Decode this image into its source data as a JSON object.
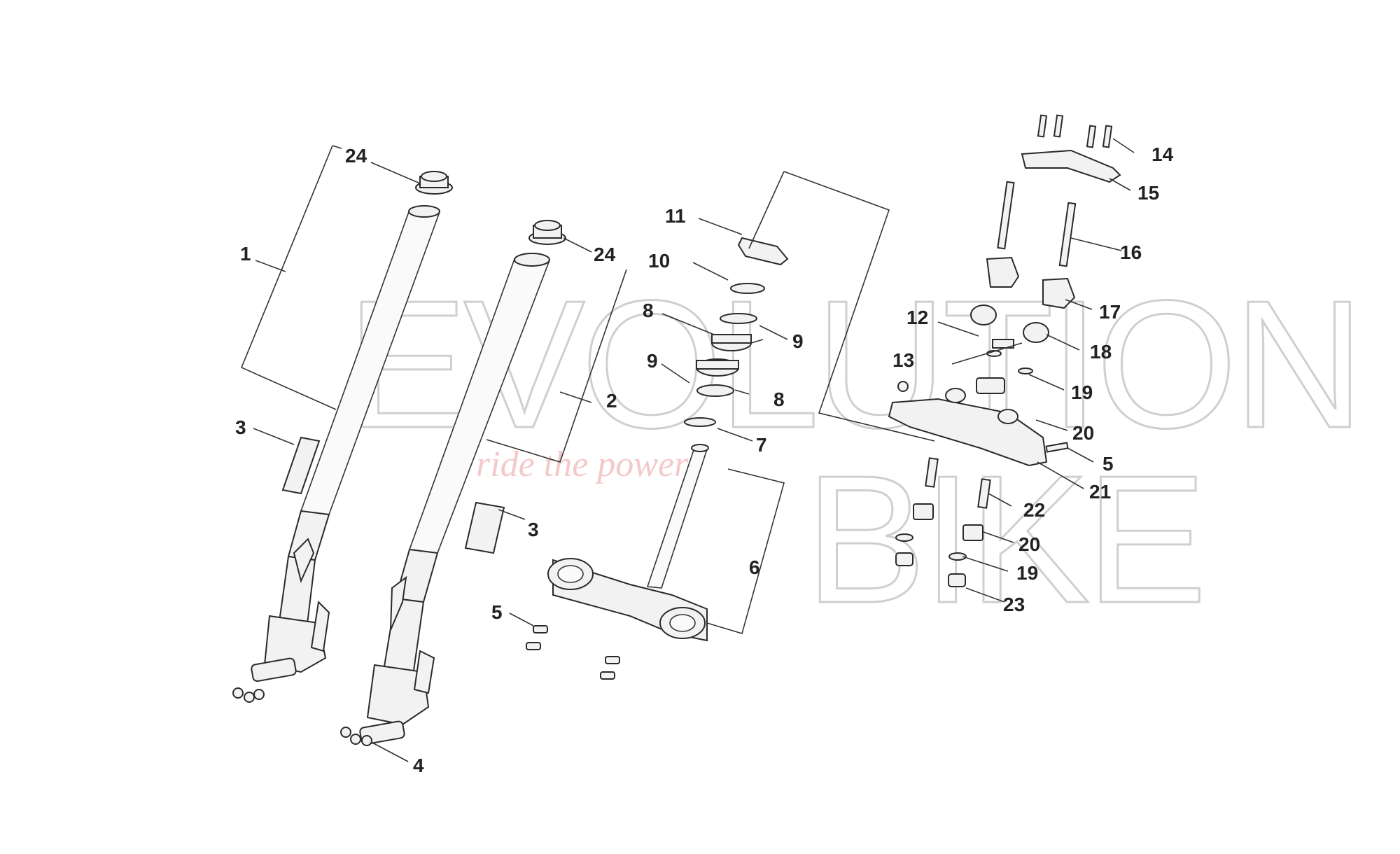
{
  "watermark": {
    "brand_top": "EVOLUTION",
    "brand_bottom": "BIKE",
    "tagline": "ride the power",
    "tagline_color": "#f2b8b8",
    "letter_color": "#d0d0d0"
  },
  "callouts": {
    "c1": "1",
    "c2": "2",
    "c3a": "3",
    "c3b": "3",
    "c4": "4",
    "c5a": "5",
    "c5b": "5",
    "c6": "6",
    "c7": "7",
    "c8a": "8",
    "c8b": "8",
    "c9a": "9",
    "c9b": "9",
    "c10": "10",
    "c11": "11",
    "c12": "12",
    "c13": "13",
    "c14": "14",
    "c15": "15",
    "c16": "16",
    "c17": "17",
    "c18": "18",
    "c19a": "19",
    "c19b": "19",
    "c20a": "20",
    "c20b": "20",
    "c21": "21",
    "c22": "22",
    "c23": "23",
    "c24a": "24",
    "c24b": "24"
  }
}
